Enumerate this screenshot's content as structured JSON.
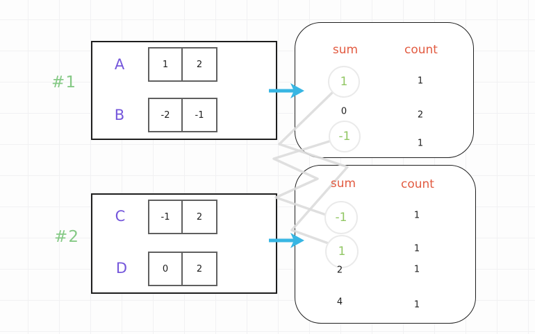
{
  "colors": {
    "group_label_green": "#85c985",
    "row_label_purple": "#7456db",
    "header_orange": "#e25b41",
    "value_green": "#90c662",
    "arrow_cyan": "#38b6e3",
    "connector_gray": "#dcdcdc"
  },
  "groups": [
    {
      "label": "#1",
      "rows": [
        {
          "name": "A",
          "values": [
            "1",
            "2"
          ]
        },
        {
          "name": "B",
          "values": [
            "-2",
            "-1"
          ]
        }
      ],
      "result": {
        "headers": [
          "sum",
          "count"
        ],
        "rows": [
          {
            "sum": "1",
            "count": "1",
            "highlighted": true
          },
          {
            "sum": "0",
            "count": "2",
            "highlighted": false
          },
          {
            "sum": "-1",
            "count": "1",
            "highlighted": true
          }
        ]
      }
    },
    {
      "label": "#2",
      "rows": [
        {
          "name": "C",
          "values": [
            "-1",
            "2"
          ]
        },
        {
          "name": "D",
          "values": [
            "0",
            "2"
          ]
        }
      ],
      "result": {
        "headers": [
          "sum",
          "count"
        ],
        "rows": [
          {
            "sum": "-1",
            "count": "1",
            "highlighted": true
          },
          {
            "sum": "1",
            "count": "1",
            "highlighted": true
          },
          {
            "sum": "2",
            "count": "1",
            "highlighted": false
          },
          {
            "sum": "4",
            "count": "1",
            "highlighted": false
          }
        ]
      }
    }
  ]
}
